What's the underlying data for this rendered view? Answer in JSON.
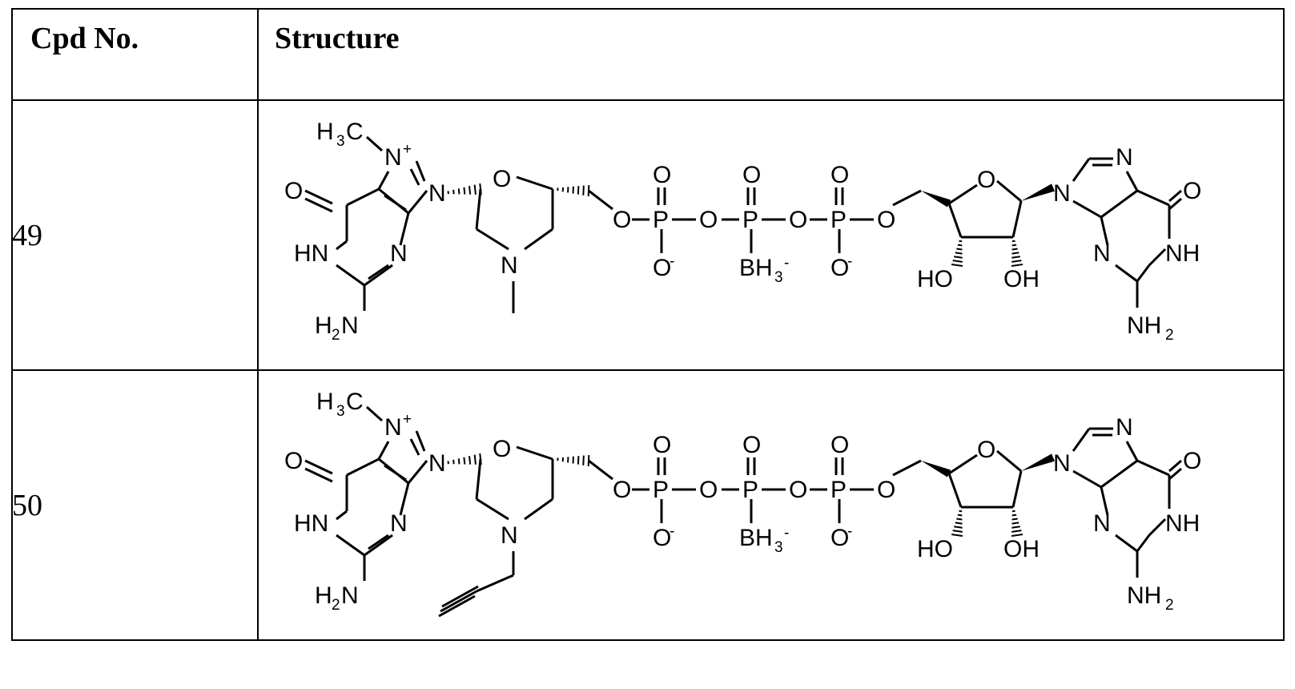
{
  "table": {
    "headers": {
      "cpd_no": "Cpd No.",
      "structure": "Structure"
    },
    "rows": [
      {
        "cpd_no": "49",
        "amine_substituent": "methyl"
      },
      {
        "cpd_no": "50",
        "amine_substituent": "propargyl"
      }
    ]
  },
  "structure_labels": {
    "h3c": "H",
    "h3c_sub": "3",
    "h3c_tail": "C",
    "n_plus": "N",
    "plus": "+",
    "n": "N",
    "o": "O",
    "hn": "HN",
    "nh": "NH",
    "h2n_h": "H",
    "h2n_sub": "2",
    "h2n_n": "N",
    "nh2_nh": "NH",
    "nh2_sub": "2",
    "p": "P",
    "o_minus_sign": "-",
    "bh3": "BH",
    "bh3_sub": "3",
    "bh3_minus": "-",
    "ho": "HO",
    "oh": "OH"
  }
}
